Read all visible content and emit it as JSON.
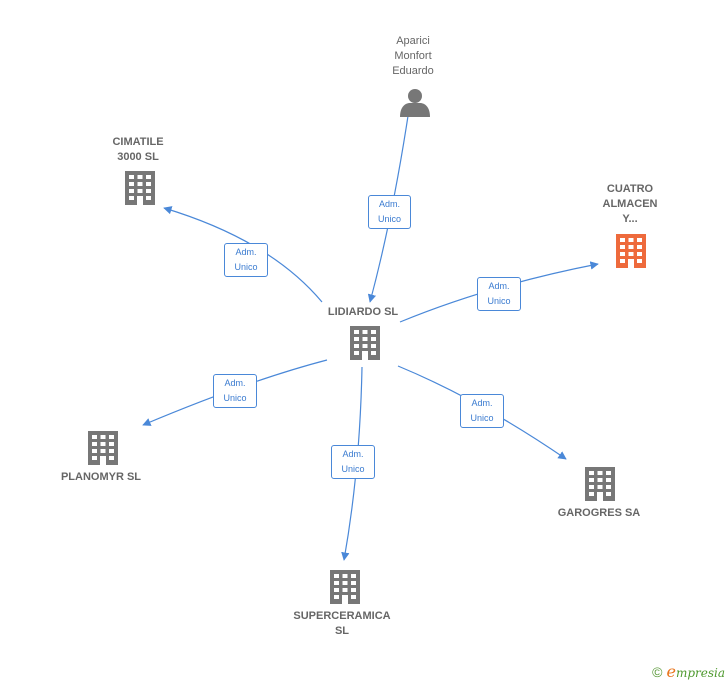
{
  "colors": {
    "edge": "#4a88d8",
    "building": "#777777",
    "highlight": "#ee6a3c",
    "person": "#777777"
  },
  "nodes": {
    "aparici": {
      "label": "Aparici\nMonfort\nEduardo",
      "icon": "person-icon"
    },
    "cimatile": {
      "label": "CIMATILE\n3000  SL",
      "icon": "building-icon"
    },
    "cuatro": {
      "label": "CUATRO\nALMACEN\nY...",
      "icon": "building-icon"
    },
    "lidiardo": {
      "label": "LIDIARDO SL",
      "icon": "building-icon"
    },
    "planomyr": {
      "label": "PLANOMYR  SL",
      "icon": "building-icon"
    },
    "garogres": {
      "label": "GAROGRES SA",
      "icon": "building-icon"
    },
    "superceramica": {
      "label": "SUPERCERAMICA\nSL",
      "icon": "building-icon"
    }
  },
  "edges": [
    {
      "from": "aparici",
      "to": "lidiardo",
      "label": [
        "Adm.",
        "Unico"
      ]
    },
    {
      "from": "lidiardo",
      "to": "cimatile",
      "label": [
        "Adm.",
        "Unico"
      ]
    },
    {
      "from": "lidiardo",
      "to": "cuatro",
      "label": [
        "Adm.",
        "Unico"
      ]
    },
    {
      "from": "lidiardo",
      "to": "planomyr",
      "label": [
        "Adm.",
        "Unico"
      ]
    },
    {
      "from": "lidiardo",
      "to": "superceramica",
      "label": [
        "Adm.",
        "Unico"
      ]
    },
    {
      "from": "lidiardo",
      "to": "garogres",
      "label": [
        "Adm.",
        "Unico"
      ]
    }
  ],
  "footer": {
    "copyright": "©",
    "brand": "empresia"
  }
}
